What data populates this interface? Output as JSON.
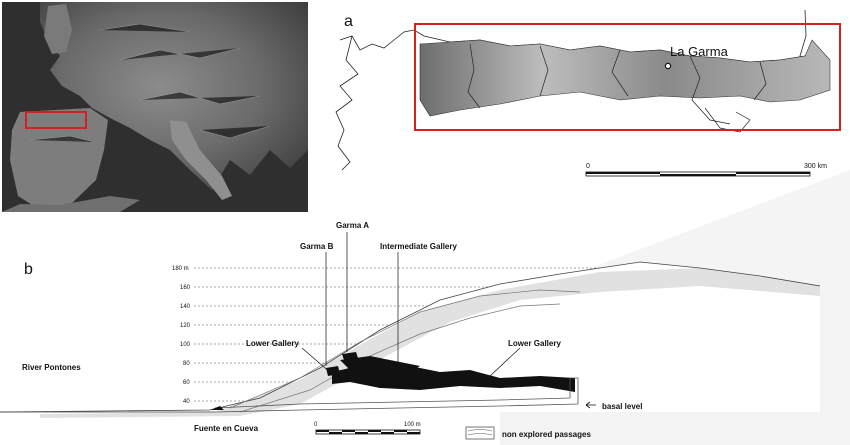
{
  "panel_a": {
    "letter": "a",
    "site_label": "La Garma",
    "scale_start": "0",
    "scale_end": "300 km"
  },
  "panel_b": {
    "letter": "b",
    "y_axis_labels": [
      "180 m",
      "160",
      "140",
      "120",
      "100",
      "80",
      "60",
      "40"
    ],
    "labels": {
      "garma_a": "Garma A",
      "garma_b": "Garma B",
      "intermediate_gallery": "Intermediate Gallery",
      "lower_gallery_left": "Lower Gallery",
      "lower_gallery_right": "Lower Gallery",
      "river": "River Pontones",
      "basal_level": "basal level",
      "fuente": "Fuente en Cueva",
      "legend_text": "non explored passages"
    },
    "scale_start": "0",
    "scale_end": "100 m"
  },
  "colors": {
    "highlight_box": "#d62020",
    "cave": "#111111",
    "slope_fill": "#dcdcdc"
  }
}
